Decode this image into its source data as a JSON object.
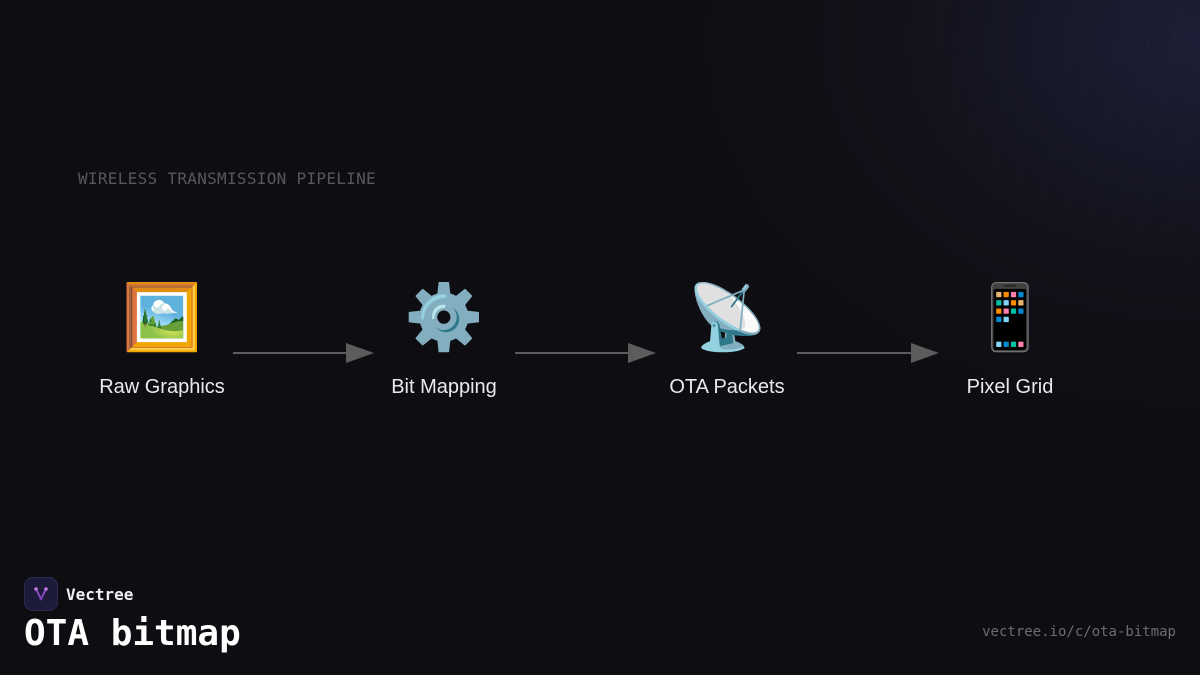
{
  "diagram": {
    "subtitle": "WIRELESS TRANSMISSION PIPELINE",
    "stages": [
      {
        "icon": "🖼️",
        "icon_name": "framed-picture-icon",
        "label": "Raw Graphics"
      },
      {
        "icon": "⚙️",
        "icon_name": "gear-icon",
        "label": "Bit Mapping"
      },
      {
        "icon": "📡",
        "icon_name": "satellite-dish-icon",
        "label": "OTA Packets"
      },
      {
        "icon": "📱",
        "icon_name": "mobile-phone-icon",
        "label": "Pixel Grid"
      }
    ],
    "edges": [
      {
        "from": "Raw Graphics",
        "to": "Bit Mapping"
      },
      {
        "from": "Bit Mapping",
        "to": "OTA Packets"
      },
      {
        "from": "OTA Packets",
        "to": "Pixel Grid"
      }
    ]
  },
  "footer": {
    "brand_name": "Vectree",
    "title": "OTA bitmap",
    "url": "vectree.io/c/ota-bitmap"
  },
  "colors": {
    "background": "#0e0e12",
    "arrow": "#5c5c5c",
    "logo_accent": "#9b4fd8"
  }
}
